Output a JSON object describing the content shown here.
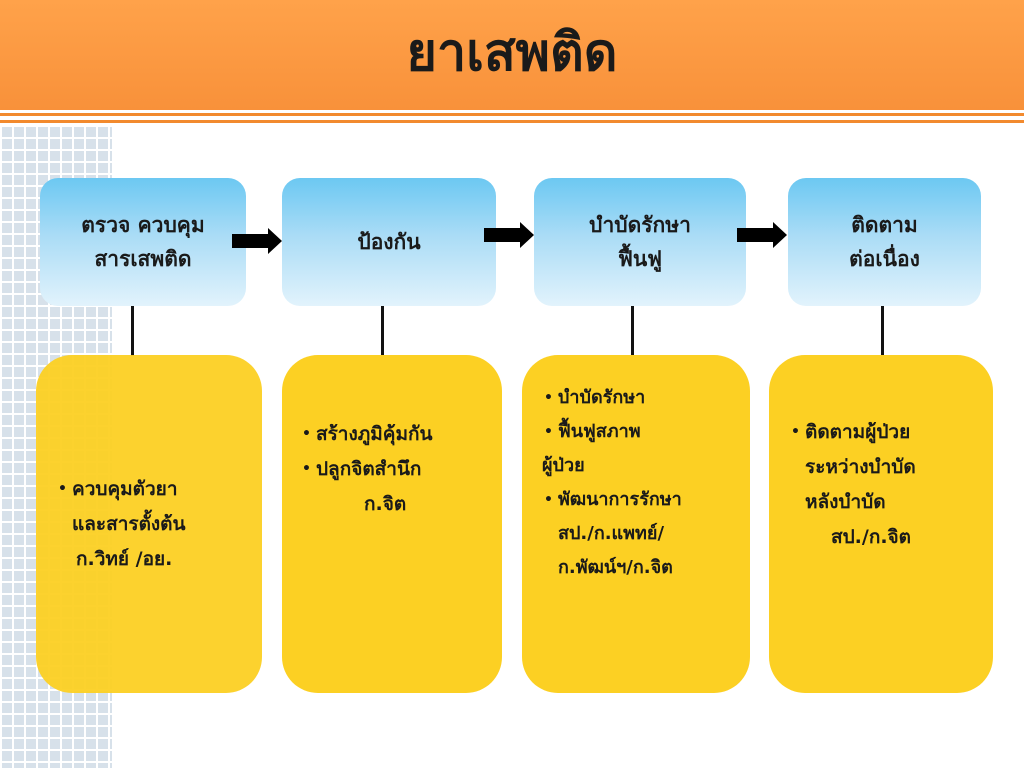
{
  "title": "ยาเสพติด",
  "steps": [
    {
      "label": "ตรวจ ควบคุม\nสารเสพติด"
    },
    {
      "label": "ป้องกัน"
    },
    {
      "label": "บำบัดรักษา\nฟื้นฟู"
    },
    {
      "label": "ติดตาม\nต่อเนื่อง"
    }
  ],
  "details": [
    {
      "b1_main": "ควบคุมตัวยา",
      "b1_l2": "และสารตั้งต้น",
      "b1_l3": "ก.วิทย์ /อย."
    },
    {
      "b1": "สร้างภูมิคุ้มกัน",
      "b2_main": "ปลูกจิตสำนึก",
      "b2_l2": "ก.จิต"
    },
    {
      "b1": "บำบัดรักษา",
      "b2_main": "ฟื้นฟูสภาพ",
      "b2_l2": "ผู้ป่วย",
      "b3_main": "พัฒนาการรักษา",
      "b3_l2": "สป./ก.แพทย์/",
      "b3_l3": "ก.พัฒน์ฯ/ก.จิต"
    },
    {
      "b1_main": "ติดตามผู้ป่วย",
      "b1_l2": "ระหว่างบำบัด",
      "b1_l3": "หลังบำบัด",
      "b1_l4": "สป./ก.จิต"
    }
  ]
}
